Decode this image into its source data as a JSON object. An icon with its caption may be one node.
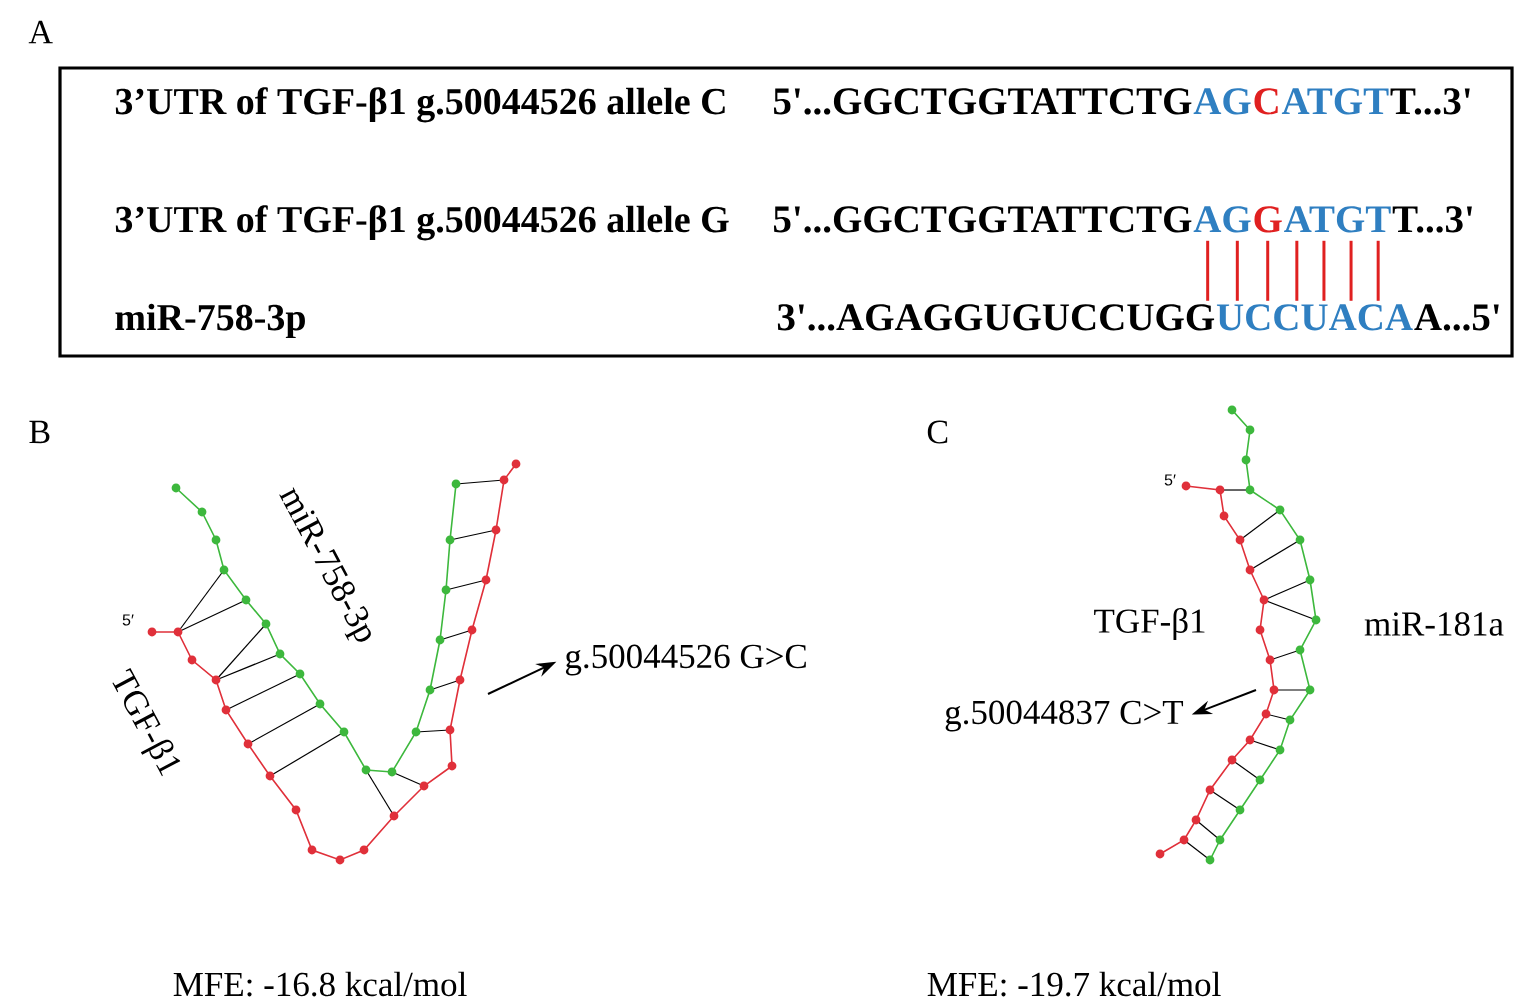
{
  "diagram": {
    "nodes": [
      {
        "text": [
          "3’UTR of TGF-β1 g.50044526 allele C",
          "5'...GGCTGGTATTCTG",
          "AG",
          "C",
          "ATGT",
          "T...3'",
          "3’UTR of TGF-β1 g.50044526 allele G",
          "5'...GGCTGGTATTCTG",
          "AG",
          "G",
          "ATGT",
          "T...3'",
          "miR-758-3p",
          "3'...AGAGGUGUCCUGG",
          "UCCUACA",
          "A...5'"
        ]
      },
      {
        "text": [
          "g.50044526 G>C"
        ]
      },
      {
        "text": [
          "g.50044837 C>T"
        ]
      }
    ],
    "edges": [
      {
        "from": null,
        "to": 1,
        "arrow": "to"
      },
      {
        "from": null,
        "to": 2,
        "arrow": "to"
      }
    ],
    "labels": [
      "A",
      "B",
      "C",
      "5′",
      "miR-758-3p",
      "TGF-β1",
      "5′",
      "TGF-β1",
      "miR-181a",
      "MFE: -16.8 kcal/mol",
      "MFE: -19.7 kcal/mol"
    ]
  }
}
